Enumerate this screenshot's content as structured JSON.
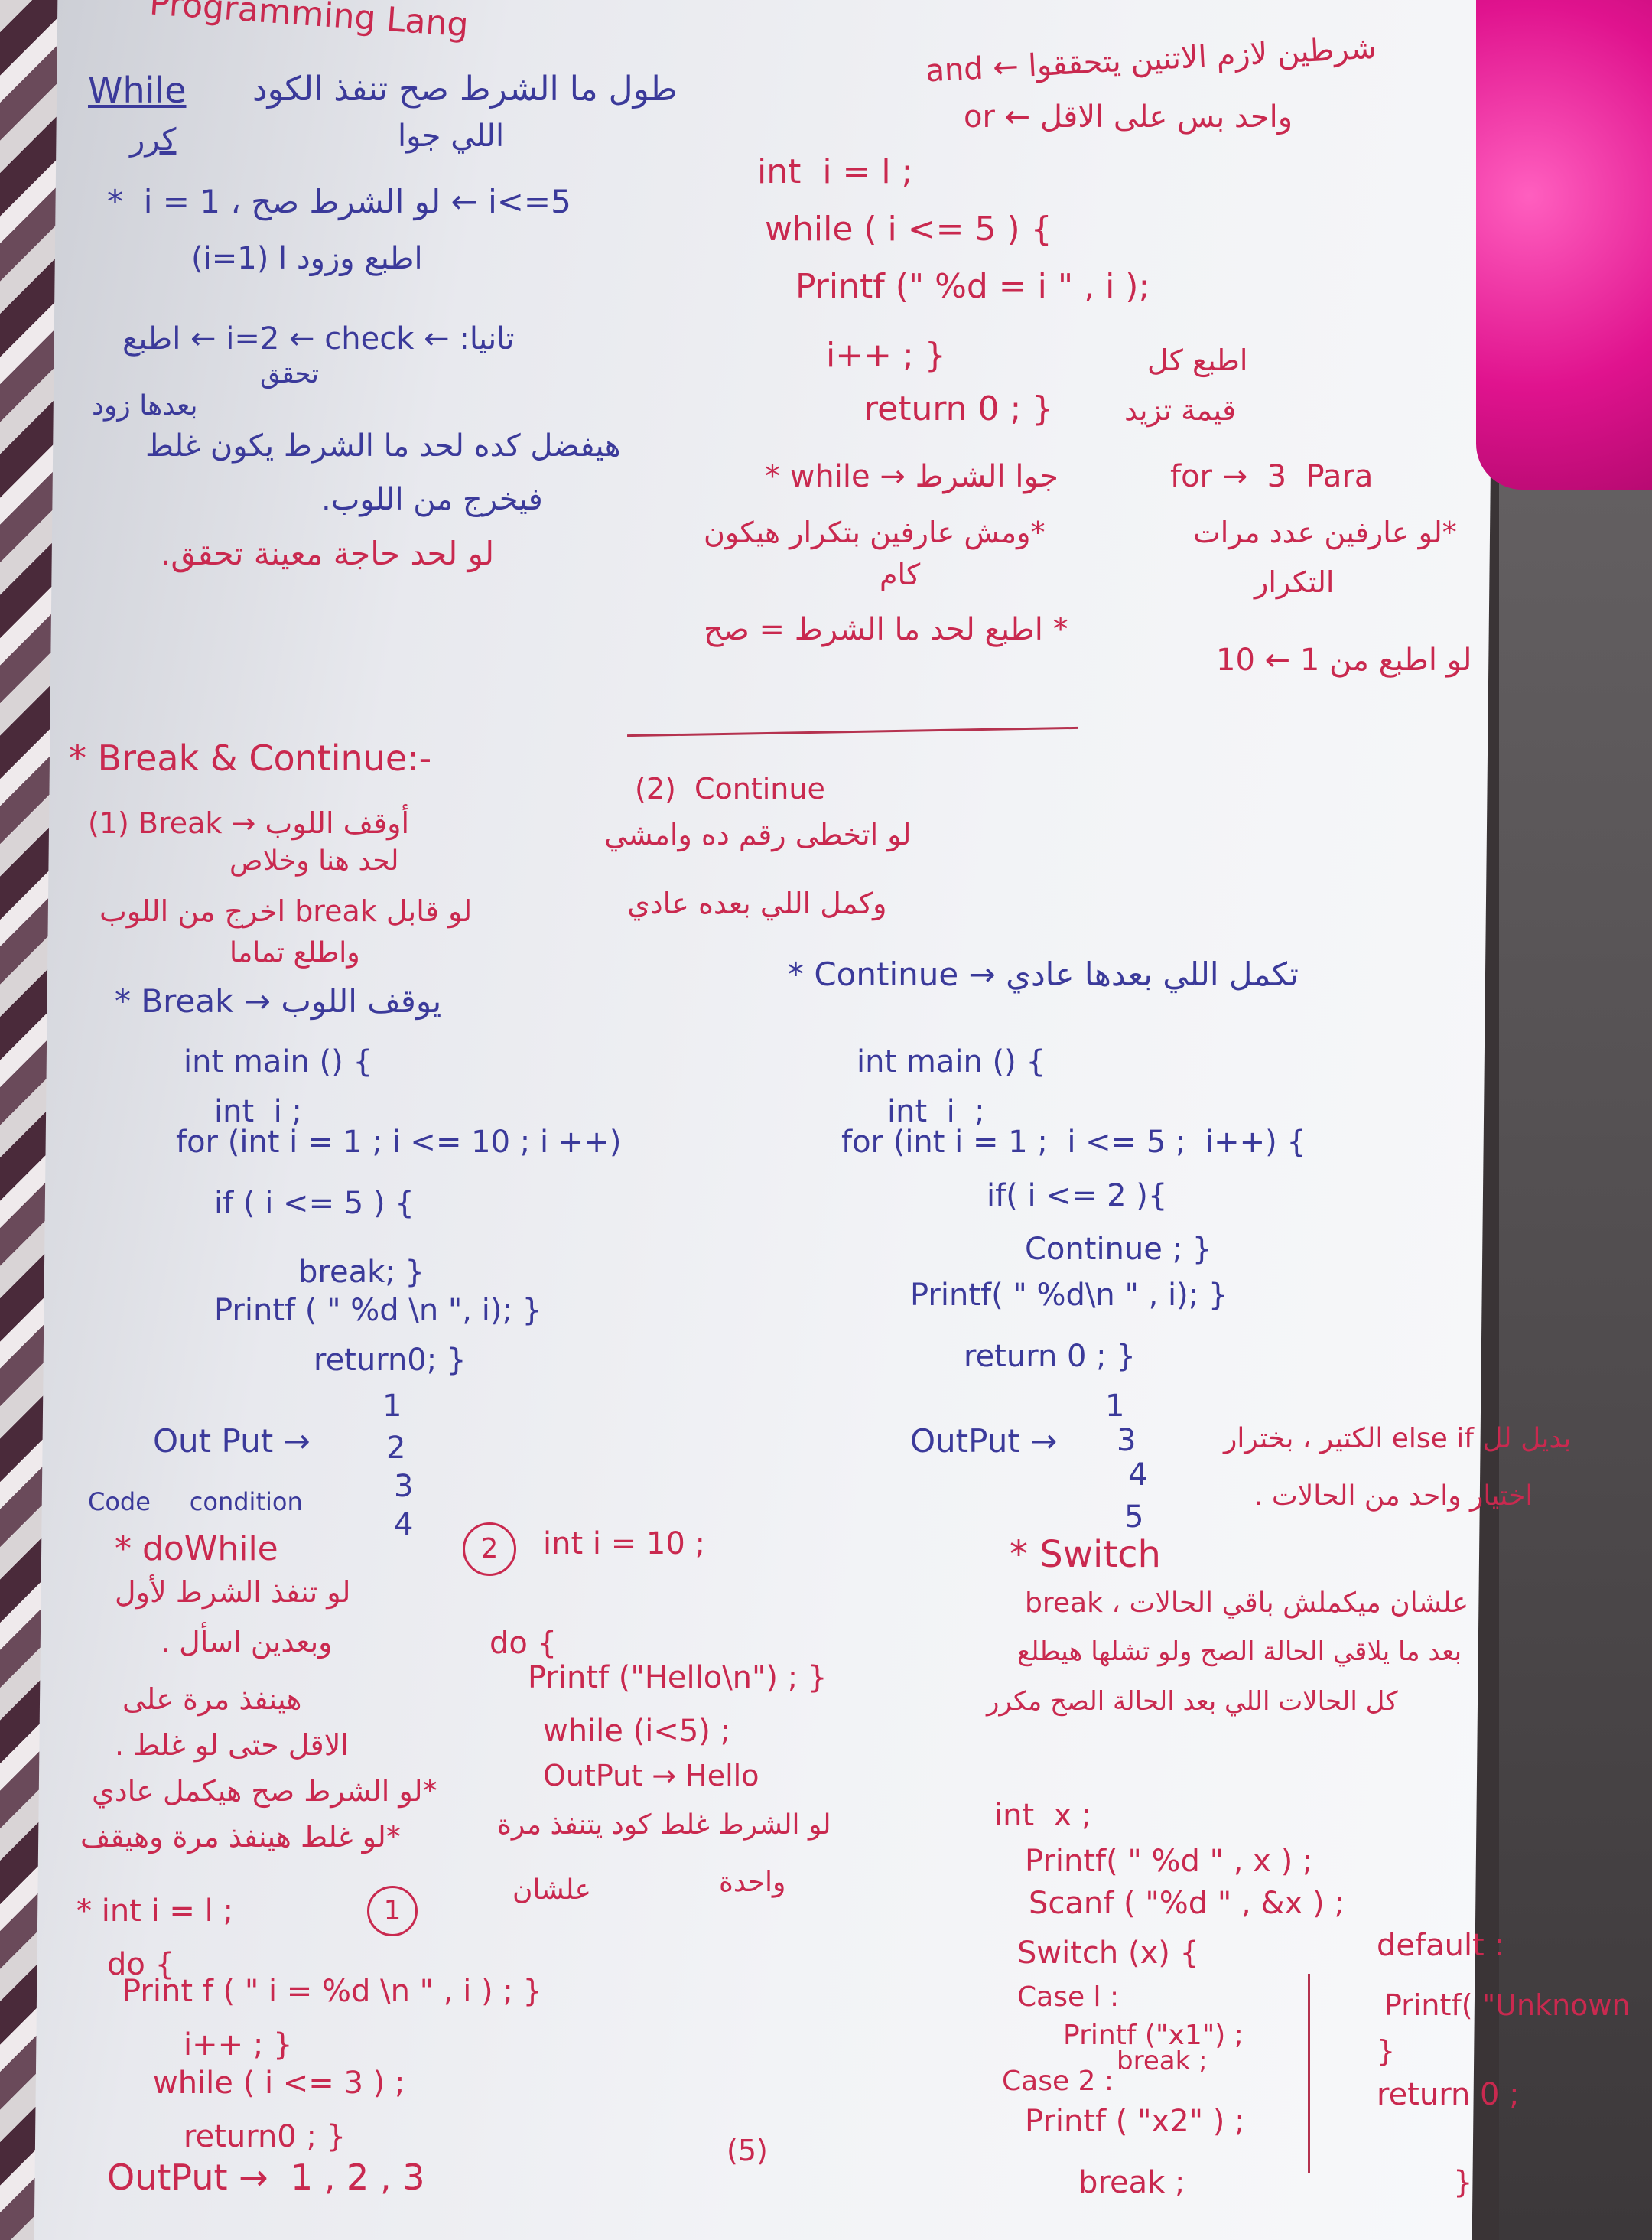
{
  "doc": {
    "header": "Programming Lang",
    "tl_line1": "While",
    "tl_line1_ar": "طول ما الشرط صح تنفذ الكود",
    "tl_line2": "كرر",
    "tl_line2_ar": "اللي جوا",
    "tl_line3": "*  i = 1 ، لو الشرط صح ← i<=5",
    "tl_line4": "اطبع وزود ا (i=1)",
    "tl_line5": "تانيا: ← i=2 ← check ← اطبع",
    "tl_line5b": "تحقق",
    "tl_line6": "بعدها زود",
    "tl_line7": "هيفضل كده لحد ما الشرط يكون غلط",
    "tl_line8": "فيخرج من اللوب.",
    "tl_line9": "لو لحد حاجة معينة تحقق.",
    "tr_line1": "شرطين لازم الاتنين يتحققوا ← and",
    "tr_line2": "واحد بس على الاقل ← or",
    "tr_code": [
      "int  i = l ;",
      "while ( i <= 5 ) {",
      "Printf (\" %d = i \" , i );",
      "i++ ; }",
      "return 0 ; }"
    ],
    "tr_note1": "اطبع كل",
    "tr_note2": "قيمة تزيد",
    "mid_l1": "* while → جوا الشرط",
    "mid_r1": "for →  3  Para",
    "mid_l2": "*ومش عارفين بتكرار هيكون",
    "mid_l2b": "كام",
    "mid_r2": "*لو عارفين عدد مرات",
    "mid_r2b": "التكرار",
    "mid_l3": "* اطبع لحد ما الشرط = صح",
    "mid_r3": "لو اطبع من 1 ← 10",
    "bc_title": "* Break & Continue:-",
    "bc_1": "(1) Break → أوقف اللوب",
    "bc_1b": "لحد هنا وخلاص",
    "bc_1c": "لو قابل break اخرج من اللوب",
    "bc_1d": "واطلع تماما",
    "bc_2": "(2)  Continue",
    "bc_2b": "لو اتخطى رقم ده وامشي",
    "bc_2c": "وكمل اللي بعده عادي",
    "brk_title": "* Break → يوقف اللوب",
    "brk_code": [
      "int main () {",
      "int  i ;",
      "for (int i = 1 ; i <= 10 ; i ++)",
      "if ( i <= 5 ) {",
      "break; }",
      "Printf ( \" %d \\n \", i); }",
      "return0; }"
    ],
    "brk_out": "Out Put →",
    "brk_vals": [
      "1",
      "2",
      "3",
      "4"
    ],
    "cont_title": "* Continue → تكمل اللي بعدها عادي",
    "cont_code": [
      "int main () {",
      "int  i  ;",
      "for (int i = 1 ;  i <= 5 ;  i++) {",
      "if( i <= 2 ){",
      "Continue ; }",
      "Printf( \" %d\\n \" , i); }",
      "return 0 ; }"
    ],
    "cont_out": "OutPut →",
    "cont_vals": [
      "1",
      "3",
      "4",
      "5"
    ],
    "code_cond": "Code     condition",
    "dw_title": "* doWhile",
    "dw_l1": "لو تنفذ الشرط لأول",
    "dw_l2": "وبعدين اسأل .",
    "dw_l3": "هينفذ مرة على",
    "dw_l4": "الاقل حتى لو غلط .",
    "dw_l5": "*لو الشرط صح هيكمل عادي",
    "dw_l6": "*لو غلط هينفذ مرة وهيقف",
    "dw_num1": "1",
    "dw_code": [
      "* int i = l ;",
      "do {",
      "Print f ( \" i = %d \\n \" , i ) ; }",
      "i++ ; }",
      "while ( i <= 3 ) ;",
      "return0 ; }"
    ],
    "dw_out": "OutPut →  1 , 2 , 3",
    "ex2_num": "2",
    "ex2_code": [
      "int i = 10 ;",
      "do {",
      "Printf (\"Hello\\n\") ; }",
      "while (i<5) ;"
    ],
    "ex2_out": "OutPut → Hello",
    "ex2_n1": "لو الشرط غلط كود يتنفذ مرة",
    "ex2_n2": "واحدة",
    "ex2_n3": "علشان",
    "sw_note1": "بديل لل else if الكتير ، بخترار",
    "sw_note2": "اختيار واحد من الحالات .",
    "sw_title": "* Switch",
    "sw_l1": "break ، علشان ميكملش باقي الحالات",
    "sw_l2": "بعد ما يلاقي الحالة الصح ولو تشلها هيطلع",
    "sw_l3": "كل الحالات اللي بعد الحالة الصح مكرر",
    "sw_code": [
      "int  x ;",
      "Printf( \" %d \" , x ) ;",
      "Scanf ( \"%d \" , &x ) ;",
      "Switch (x) {",
      "Case l :",
      "Printf (\"x1\") ;",
      "break ;",
      "Case 2 :",
      "Printf ( \"x2\" ) ;",
      "break ;"
    ],
    "sw_def": [
      "default :",
      "Printf( \"Unknown",
      "}",
      "return 0 ;",
      "}"
    ],
    "page_num": "(5)"
  }
}
